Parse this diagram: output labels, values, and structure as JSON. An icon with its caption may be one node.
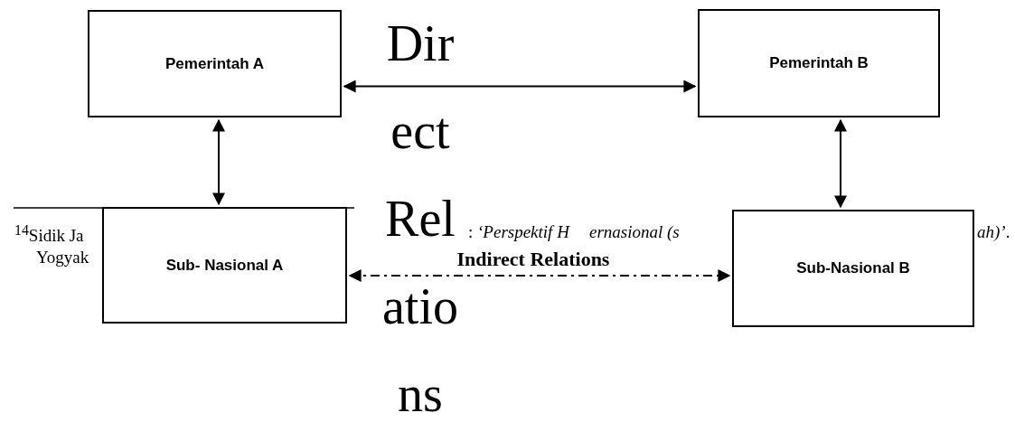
{
  "diagram": {
    "nodes": [
      {
        "text": [
          "Pemerintah A"
        ]
      },
      {
        "text": [
          "Pemerintah B"
        ]
      },
      {
        "text": [
          "Sub- Nasional A"
        ]
      },
      {
        "text": [
          "Sub-Nasional B"
        ]
      }
    ],
    "edges": [
      {
        "from": 0,
        "to": 1,
        "arrow": "both",
        "label": "Direct Relations"
      },
      {
        "from": 0,
        "to": 2,
        "arrow": "both"
      },
      {
        "from": 1,
        "to": 3,
        "arrow": "both"
      },
      {
        "from": 2,
        "to": 3,
        "arrow": "both",
        "style": "dashed",
        "label": "Indirect Relations"
      }
    ],
    "labels": [
      "$^{14}$Sidik Ja",
      "Yogyak",
      ": *‘Perspektif H*",
      "*ernasional (s*",
      "*ah)’*."
    ]
  }
}
